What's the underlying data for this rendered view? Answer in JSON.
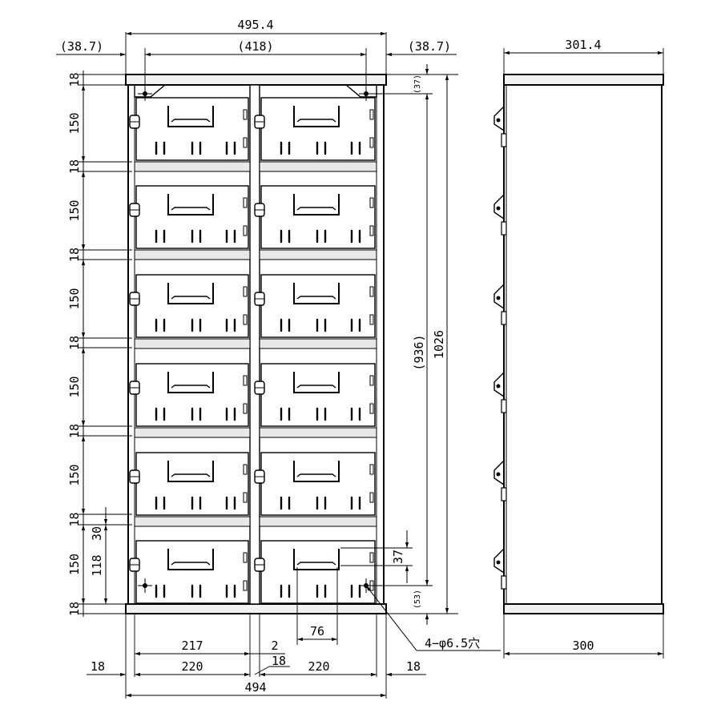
{
  "front": {
    "overall_width_top": "495.4",
    "inner_width_top": "(418)",
    "overhang_left": "(38.7)",
    "overhang_right": "(38.7)",
    "side_panel_bottom_left": "18",
    "side_panel_bottom_right": "18",
    "door_inner_width": "217",
    "gap_center": "2",
    "center_partition": "18",
    "bay_left": "220",
    "bay_right": "220",
    "overall_width_bottom": "494",
    "row_dims": [
      "18",
      "150",
      "18",
      "150",
      "18",
      "150",
      "18",
      "150",
      "18",
      "150",
      "18",
      "30",
      "150",
      "118",
      "18"
    ],
    "height_overall": "1026",
    "height_inner": "(936)",
    "top_offset": "(37)",
    "bottom_offset": "(53)",
    "handle_drop": "37",
    "handle_width": "76",
    "hole_note": "4−φ6.5穴"
  },
  "side": {
    "depth_top": "301.4",
    "depth_bottom": "300"
  }
}
